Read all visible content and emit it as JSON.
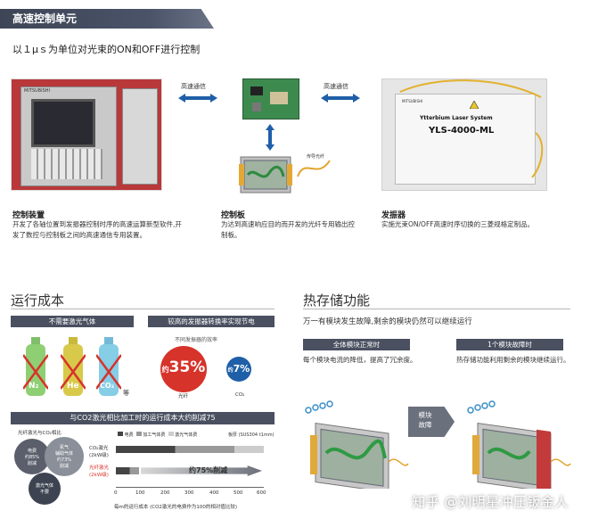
{
  "header": {
    "title": "高速控制单元"
  },
  "subtitle": "以１μｓ为单位对光束的ON和OFF进行控制",
  "comm": {
    "left": "高速通信",
    "right": "高速通信"
  },
  "diagram": {
    "fiber_label": "传导光纤",
    "logo_text": "MITSUBISHI",
    "laser_line1": "Ytterbium Laser System",
    "laser_line2": "YLS-4000-ML"
  },
  "captions": [
    {
      "title": "控制装置",
      "text": "开发了各轴位置到发振器控制时序的高速运算新型软件,开发了数控与控制板之间的高速通信专用装置。"
    },
    {
      "title": "控制板",
      "text": "为达到高速响应目的而开发的光纤专用输出控制板。"
    },
    {
      "title": "发振器",
      "text": "实施光束ON/OFF高速时序切换的三菱规格定制品。"
    }
  ],
  "cost": {
    "title": "运行成本",
    "band_left": "不需要激光气体",
    "band_right": "较高的发振器转换率实现节电",
    "gases": [
      "N₂",
      "He",
      "CO₂"
    ],
    "gas_suffix": "等",
    "efficiency_caption": "不同发振器的效率",
    "fiber_pct_prefix": "约",
    "fiber_pct": "35%",
    "fiber_pct_label": "光纤",
    "co2_pct_prefix": "约",
    "co2_pct": "7%",
    "co2_pct_label": "CO₂",
    "compare_band": "与CO2激光相比加工时的运行成本大约削减75",
    "pie_caption": "光纤激光与CO₂相比",
    "bubbles": [
      "电费\n约85%\n削减",
      "氮气\n辅助气体\n约73%\n削减",
      "激光气体\n不要"
    ],
    "legend": [
      "电费",
      "加工气体费",
      "激光气体费"
    ],
    "material": "板厚 (SUS304 t1mm)",
    "row1": "CO₂激光\n(2kW级)",
    "row2": "光纤激光\n(2kW级)",
    "reduction": "约75%削减",
    "ticks": [
      "0",
      "100",
      "200",
      "300",
      "400",
      "500",
      "600"
    ],
    "xaxis": "每m的运行成本 (CO2激光的电费作为100的相对值比较)"
  },
  "heat": {
    "title": "热存储功能",
    "subtitle": "万一有模块发生故障,剩余的模块仍然可以继续运行",
    "band_left": "全体模块正常时",
    "band_right": "1个模块故障时",
    "text_left": "每个模块电流的降低，提高了冗余度。",
    "text_right": "热存储功能利用剩余的模块继续运行。",
    "arrow_label": "模块故障"
  },
  "watermark": "知乎 @刘明星冲压钣金人",
  "colors": {
    "red": "#d6332a",
    "dark": "#4a5060",
    "gray": "#bfbfbf",
    "blue": "#2c6fb0"
  }
}
